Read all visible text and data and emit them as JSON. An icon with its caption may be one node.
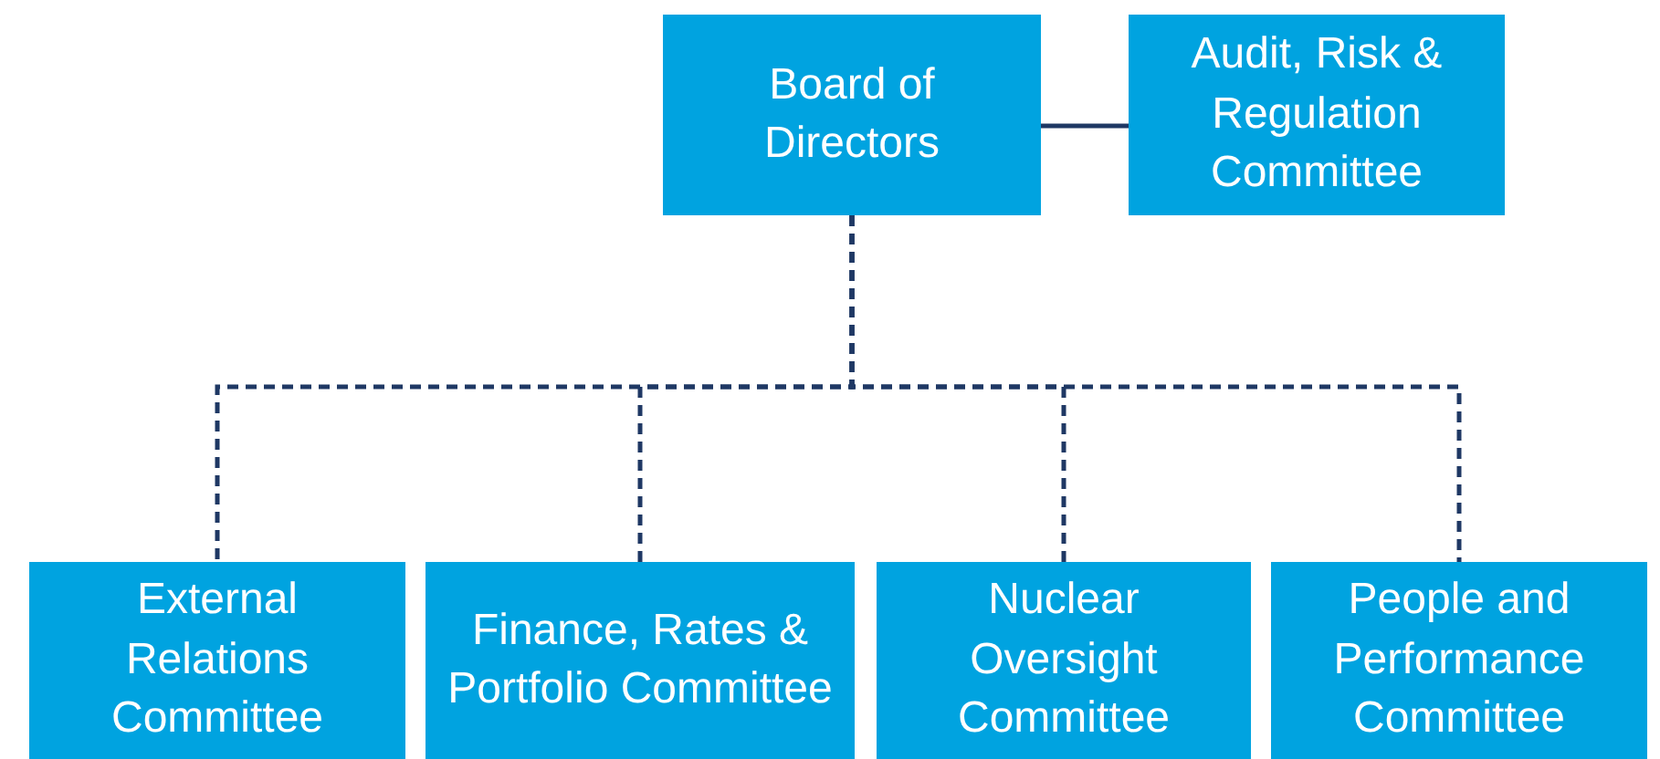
{
  "diagram": {
    "nodes": [
      {
        "text": [
          "Board of Directors"
        ]
      },
      {
        "text": [
          "Audit, Risk & Regulation Committee"
        ]
      },
      {
        "text": [
          "External Relations Committee"
        ]
      },
      {
        "text": [
          "Finance, Rates & Portfolio Committee"
        ]
      },
      {
        "text": [
          "Nuclear Oversight Committee"
        ]
      },
      {
        "text": [
          "People and Performance Committee"
        ]
      }
    ],
    "edges": [
      {
        "from": 0,
        "to": 1,
        "arrow": "none"
      },
      {
        "from": 0,
        "to": 2,
        "arrow": "none",
        "style": "dashed"
      },
      {
        "from": 0,
        "to": 3,
        "arrow": "none",
        "style": "dashed"
      },
      {
        "from": 0,
        "to": 4,
        "arrow": "none",
        "style": "dashed"
      },
      {
        "from": 0,
        "to": 5,
        "arrow": "none",
        "style": "dashed"
      }
    ]
  }
}
